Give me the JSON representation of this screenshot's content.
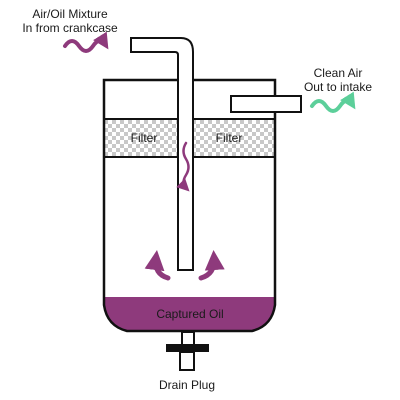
{
  "labels": {
    "inlet_line1": "Air/Oil Mixture",
    "inlet_line2": "In from crankcase",
    "outlet_line1": "Clean Air",
    "outlet_line2": "Out to intake",
    "filter_left": "Filter",
    "filter_right": "Filter",
    "captured_oil": "Captured Oil",
    "drain_plug": "Drain Plug"
  },
  "colors": {
    "oil": "#8e3a7c",
    "clean_air": "#5ccf9a",
    "outline": "#111111",
    "filter_pattern": "#c8c8c8"
  },
  "icons": {
    "inlet_flow": "wavy-arrow-icon",
    "outlet_flow": "wavy-arrow-icon",
    "down_flow": "wavy-down-arrow-icon",
    "swirl_left": "curved-arrow-icon",
    "swirl_right": "curved-arrow-icon"
  }
}
